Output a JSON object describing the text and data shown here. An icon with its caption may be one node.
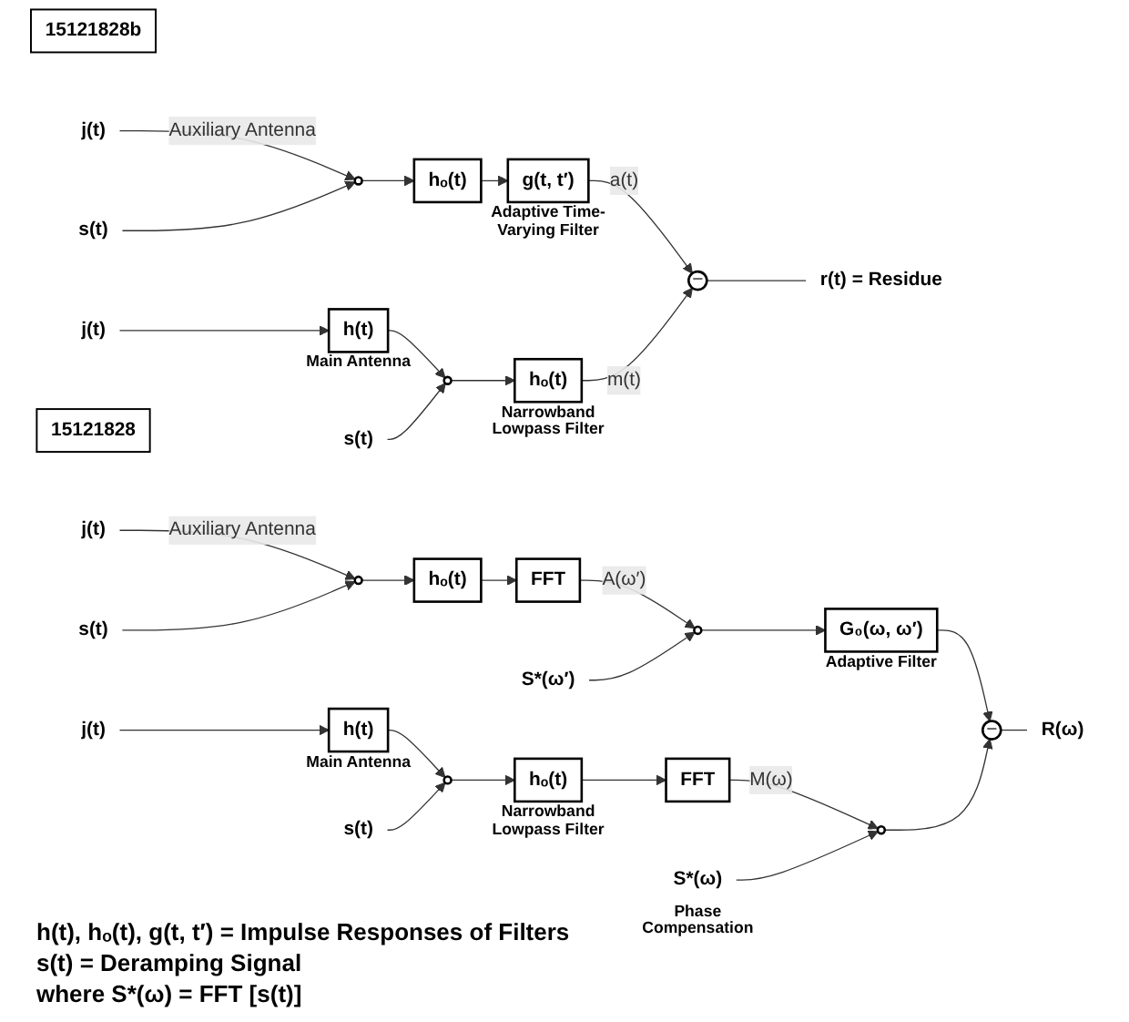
{
  "diagram": {
    "nodes": [
      {
        "text": [
          "15121828b"
        ]
      },
      {
        "text": [
          "j(t)"
        ]
      },
      {
        "text": [],
        "shape": "circle"
      },
      {
        "text": [
          "s(t)"
        ]
      },
      {
        "text": [
          "hₒ(t)"
        ]
      },
      {
        "text": [
          "g(t, t′)"
        ],
        "beside": [
          "Adaptive Time-Varying Filter"
        ]
      },
      {
        "text": [
          "−"
        ]
      },
      {
        "text": [
          "r(t) = Residue"
        ]
      },
      {
        "text": [
          "j(t)"
        ]
      },
      {
        "text": [
          "h(t)"
        ],
        "beside": [
          "Main Antenna"
        ]
      },
      {
        "text": [],
        "shape": "circle"
      },
      {
        "text": [
          "s(t)"
        ]
      },
      {
        "text": [
          "hₒ(t)"
        ],
        "beside": [
          "Narrowband Lowpass Filter"
        ]
      },
      {
        "text": [
          "15121828"
        ]
      },
      {
        "text": [
          "j(t)"
        ]
      },
      {
        "text": [],
        "shape": "circle"
      },
      {
        "text": [
          "s(t)"
        ]
      },
      {
        "text": [
          "hₒ(t)"
        ]
      },
      {
        "text": [
          "FFT"
        ]
      },
      {
        "text": [],
        "shape": "circle"
      },
      {
        "text": [
          "S*(ω′)"
        ]
      },
      {
        "text": [
          "G₀(ω, ω′)"
        ],
        "beside": [
          "Adaptive Filter"
        ]
      },
      {
        "text": [
          "−"
        ]
      },
      {
        "text": [
          "R(ω)"
        ]
      },
      {
        "text": [
          "j(t)"
        ]
      },
      {
        "text": [
          "h(t)"
        ],
        "beside": [
          "Main Antenna"
        ]
      },
      {
        "text": [],
        "shape": "circle"
      },
      {
        "text": [
          "s(t)"
        ]
      },
      {
        "text": [
          "hₒ(t)"
        ],
        "beside": [
          "Narrowband Lowpass Filter"
        ]
      },
      {
        "text": [
          "FFT"
        ]
      },
      {
        "text": [],
        "shape": "circle"
      },
      {
        "text": [
          "S*(ω)"
        ],
        "beside": [
          "Phase Compensation"
        ]
      }
    ],
    "edges": [
      {
        "from": 1,
        "to": 2,
        "arrow": "to",
        "label": "Auxiliary Antenna"
      },
      {
        "from": 3,
        "to": 2,
        "arrow": "to"
      },
      {
        "from": 2,
        "to": 4,
        "arrow": "to"
      },
      {
        "from": 4,
        "to": 5,
        "arrow": "to"
      },
      {
        "from": 5,
        "to": 6,
        "arrow": "to",
        "label": "a(t)"
      },
      {
        "from": 6,
        "to": 7,
        "arrow": "none"
      },
      {
        "from": 8,
        "to": 9,
        "arrow": "to"
      },
      {
        "from": 9,
        "to": 10,
        "arrow": "to"
      },
      {
        "from": 11,
        "to": 10,
        "arrow": "to"
      },
      {
        "from": 10,
        "to": 12,
        "arrow": "to"
      },
      {
        "from": 12,
        "to": 6,
        "arrow": "to",
        "label": "m(t)"
      },
      {
        "from": 14,
        "to": 15,
        "arrow": "to",
        "label": "Auxiliary Antenna"
      },
      {
        "from": 16,
        "to": 15,
        "arrow": "to"
      },
      {
        "from": 15,
        "to": 17,
        "arrow": "to"
      },
      {
        "from": 17,
        "to": 18,
        "arrow": "to"
      },
      {
        "from": 18,
        "to": 19,
        "arrow": "to",
        "label": "A(ω′)"
      },
      {
        "from": 20,
        "to": 19,
        "arrow": "to"
      },
      {
        "from": 19,
        "to": 21,
        "arrow": "to"
      },
      {
        "from": 21,
        "to": 22,
        "arrow": "to"
      },
      {
        "from": 22,
        "to": 23,
        "arrow": "none"
      },
      {
        "from": 24,
        "to": 25,
        "arrow": "to"
      },
      {
        "from": 25,
        "to": 26,
        "arrow": "to"
      },
      {
        "from": 27,
        "to": 26,
        "arrow": "to"
      },
      {
        "from": 26,
        "to": 28,
        "arrow": "to"
      },
      {
        "from": 28,
        "to": 29,
        "arrow": "to"
      },
      {
        "from": 29,
        "to": 30,
        "arrow": "to",
        "label": "M(ω)"
      },
      {
        "from": 31,
        "to": 30,
        "arrow": "to"
      },
      {
        "from": 30,
        "to": 22,
        "arrow": "to"
      }
    ],
    "labels": [
      "h(t), hₒ(t), g(t, t′) = Impulse Responses of Filters",
      "s(t) = Deramping Signal",
      "where S*(ω) = FFT [s(t)]"
    ]
  }
}
